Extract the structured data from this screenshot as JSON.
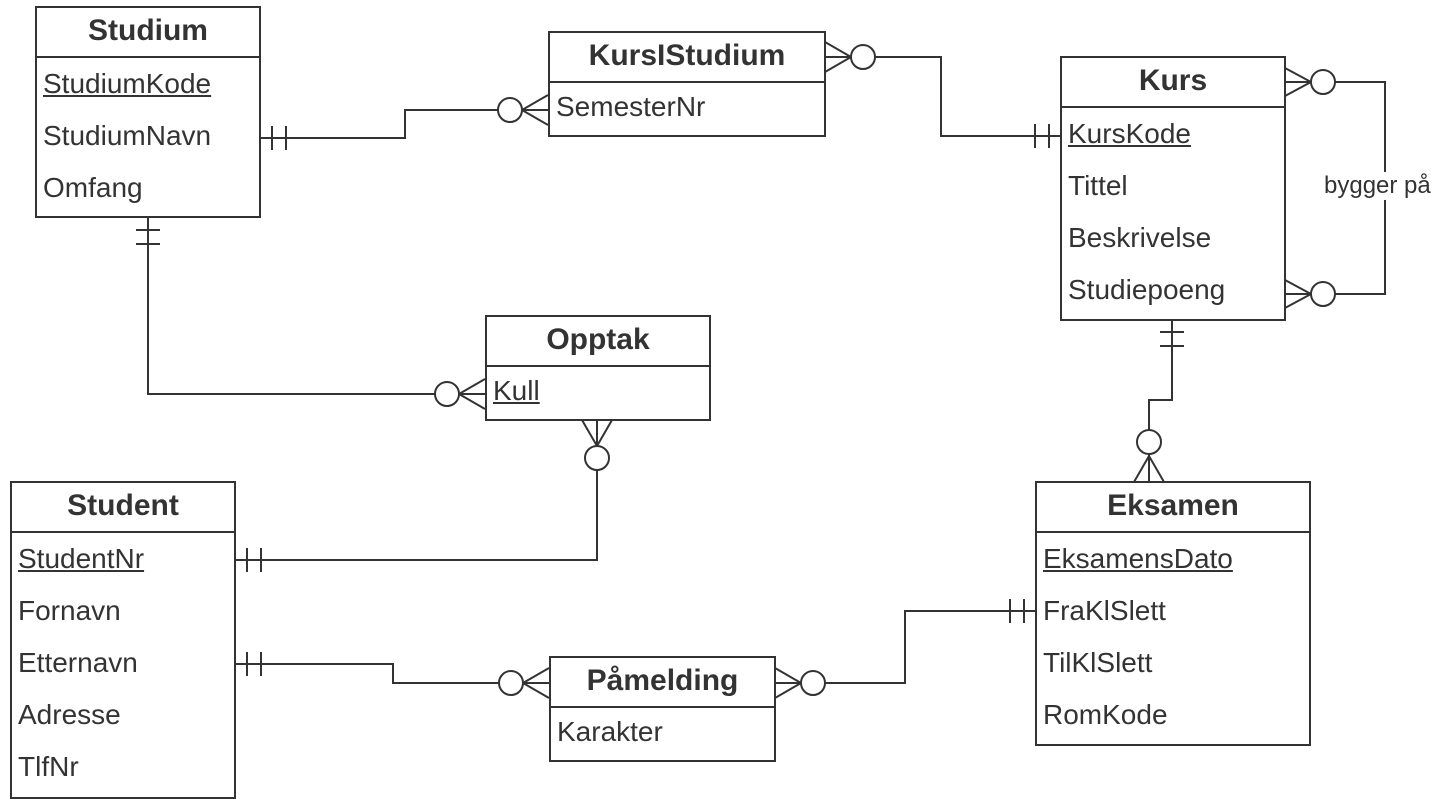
{
  "entities": {
    "studium": {
      "title": "Studium",
      "attrs": [
        "StudiumKode",
        "StudiumNavn",
        "Omfang"
      ]
    },
    "kursistudium": {
      "title": "KursIStudium",
      "attrs": [
        "SemesterNr"
      ]
    },
    "kurs": {
      "title": "Kurs",
      "attrs": [
        "KursKode",
        "Tittel",
        "Beskrivelse",
        "Studiepoeng"
      ]
    },
    "opptak": {
      "title": "Opptak",
      "attrs": [
        "Kull"
      ]
    },
    "student": {
      "title": "Student",
      "attrs": [
        "StudentNr",
        "Fornavn",
        "Etternavn",
        "Adresse",
        "TlfNr"
      ]
    },
    "eksamen": {
      "title": "Eksamen",
      "attrs": [
        "EksamensDato",
        "FraKlSlett",
        "TilKlSlett",
        "RomKode"
      ]
    },
    "pamelding": {
      "title": "Påmelding",
      "attrs": [
        "Karakter"
      ]
    }
  },
  "relationship_labels": {
    "kurs_self": "bygger på"
  },
  "colors": {
    "stroke": "#333333",
    "background": "#ffffff"
  }
}
